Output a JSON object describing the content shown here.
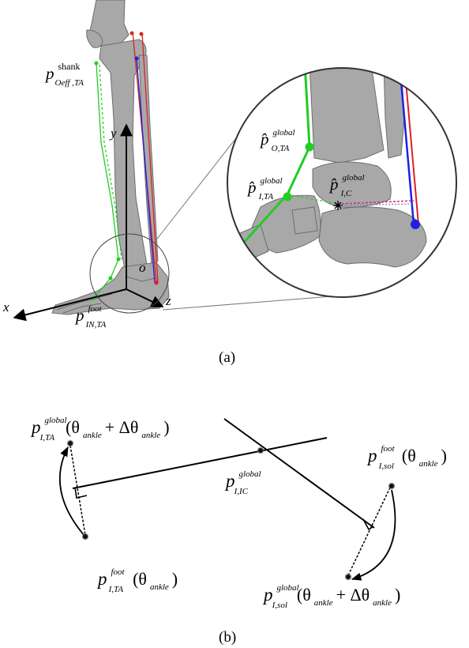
{
  "figure": {
    "panel_a_label": "(a)",
    "panel_b_label": "(b)"
  },
  "panel_a": {
    "axes": {
      "x": "x",
      "y": "y",
      "z": "z",
      "origin": "o"
    },
    "labels": {
      "p_oeff_ta": {
        "base": "p",
        "sup": "shank",
        "sub": "Oeff ,TA"
      },
      "p_in_ta": {
        "base": "p",
        "sup": "foot",
        "sub": "IN,TA"
      }
    },
    "zoom": {
      "p_o_ta": {
        "base": "p̂",
        "sup": "global",
        "sub": "O,TA"
      },
      "p_i_ta": {
        "base": "p̂",
        "sup": "global",
        "sub": "I,TA"
      },
      "p_i_c": {
        "base": "p̂",
        "sup": "global",
        "sub": "I,C"
      }
    },
    "colors": {
      "ta_muscle": "#22cc22",
      "sol_red": "#e02020",
      "sol_blue": "#2020e0",
      "bone": "#a8a8a8",
      "ic_dots": "#cc3377"
    }
  },
  "panel_b": {
    "p_i_ta_global": {
      "base": "p",
      "sup": "global",
      "sub": "I,TA",
      "arg": "(θ",
      "arg_sub": "ankle",
      "plus": " + Δθ",
      "plus_sub": "ankle",
      "close": ")"
    },
    "p_i_ta_foot": {
      "base": "p",
      "sup": "foot",
      "sub": "I,TA",
      "arg": "(θ",
      "arg_sub": "ankle",
      "close": ")"
    },
    "p_i_ic_global": {
      "base": "p",
      "sup": "global",
      "sub": "I,IC"
    },
    "p_i_sol_foot": {
      "base": "p",
      "sup": "foot",
      "sub": "I,sol",
      "arg": "(θ",
      "arg_sub": "ankle",
      "close": ")"
    },
    "p_i_sol_global": {
      "base": "p",
      "sup": "global",
      "sub": "I,sol",
      "arg": "(θ",
      "arg_sub": "ankle",
      "plus": " + Δθ",
      "plus_sub": "ankle",
      "close": ")"
    }
  }
}
